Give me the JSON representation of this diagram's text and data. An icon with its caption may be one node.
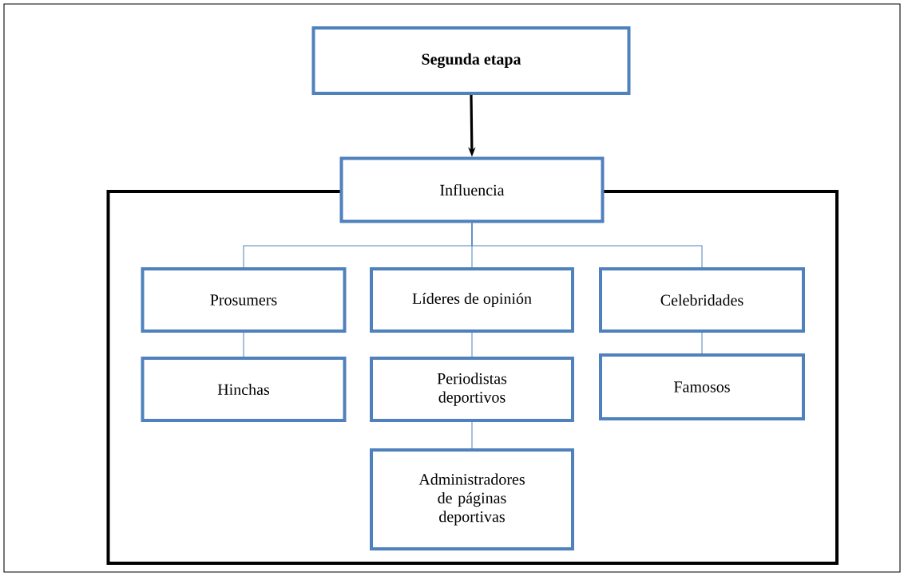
{
  "diagram": {
    "nodes": [
      {
        "text": [
          "Segunda etapa"
        ]
      },
      {
        "text": [],
        "shape": "box"
      },
      {
        "text": [
          "Influencia"
        ]
      },
      {
        "text": [
          "Prosumers"
        ],
        "in": 1
      },
      {
        "text": [
          "Líderes de opinión"
        ],
        "in": 1
      },
      {
        "text": [
          "Celebridades"
        ],
        "in": 1
      },
      {
        "text": [
          "Hinchas"
        ],
        "in": 1
      },
      {
        "text": [
          "Periodistas deportivos"
        ],
        "in": 1
      },
      {
        "text": [
          "Famosos"
        ],
        "in": 1
      },
      {
        "text": [
          "Administradores de páginas deportivas"
        ],
        "in": 1
      }
    ],
    "edges": [
      {
        "from": 0,
        "to": 2,
        "arrow": "to",
        "style": "thick",
        "color": "#000000"
      },
      {
        "from": 2,
        "to": 3,
        "arrow": "none"
      },
      {
        "from": 2,
        "to": 4,
        "arrow": "none"
      },
      {
        "from": 2,
        "to": 5,
        "arrow": "none"
      },
      {
        "from": 3,
        "to": 6,
        "arrow": "none"
      },
      {
        "from": 4,
        "to": 7,
        "arrow": "none"
      },
      {
        "from": 5,
        "to": 8,
        "arrow": "none"
      },
      {
        "from": 7,
        "to": 9,
        "arrow": "none"
      }
    ]
  }
}
